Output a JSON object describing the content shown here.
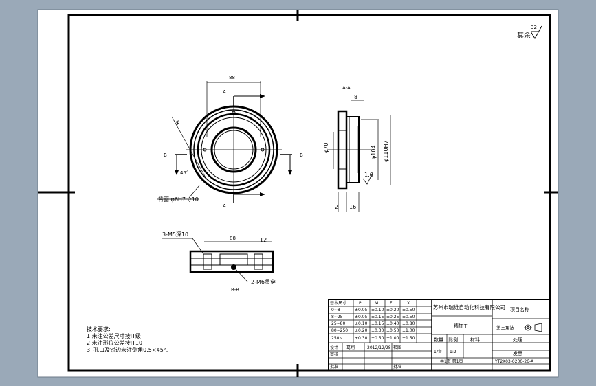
{
  "roughness": {
    "label": "其余",
    "value": "32"
  },
  "views": {
    "front": {
      "dim_top": "88",
      "section_mark": "A",
      "side_mark": "B",
      "dim_dia": "φ",
      "angle": "45°",
      "note": "背面 φ6H7 ▽10"
    },
    "section": {
      "title": "A-A",
      "dim_8": "8",
      "dim_70": "φ70",
      "dim_104": "φ104",
      "dim_110": "φ110H7",
      "rough": "1.6",
      "dim_2": "2",
      "dim_16": "16"
    },
    "bottom": {
      "holes": "3-M5深10",
      "dim_88": "88",
      "dim_12": "12",
      "holes2": "2-M6贯穿",
      "title": "B-B"
    }
  },
  "tech_req": {
    "title": "技术要求:",
    "items": [
      "1.未注公差尺寸按IT级",
      "2.未注形位公差按IT10",
      "3. 孔口及锐边未注倒角0.5×45°."
    ]
  },
  "title_block": {
    "tol_header": [
      "基本尺寸",
      "P",
      "M",
      "F",
      "X"
    ],
    "tol_rows": [
      [
        "0~8",
        "±0.05",
        "±0.10",
        "±0.20",
        "±0.50"
      ],
      [
        "8~25",
        "±0.05",
        "±0.15",
        "±0.25",
        "±0.50"
      ],
      [
        "25~80",
        "±0.10",
        "±0.15",
        "±0.40",
        "±0.80"
      ],
      [
        "80~250",
        "±0.20",
        "±0.30",
        "±0.50",
        "±1.00"
      ],
      [
        "250~",
        "±0.30",
        "±0.50",
        "±1.00",
        "±1.50"
      ]
    ],
    "company": "苏州市瑞维自动化科技有限公司",
    "project_label": "项目名称",
    "part_name": "精加工",
    "angle_label": "第三角法",
    "row_labels": [
      "数量",
      "比例",
      "材料",
      "处理"
    ],
    "design_label": "设计",
    "designer": "葛翔",
    "date": "2012/12/28",
    "check_label": "检图",
    "audit_label": "审核",
    "approve_label": "批准",
    "qty": "1/台",
    "scale": "1:2",
    "surface": "发黑",
    "sheet": "共1页 第1页",
    "drawing_no": "YT2K03-0200-26-A"
  },
  "colors": {
    "paper": "#ffffff",
    "bg": "#9aa9b8",
    "line": "#000000"
  }
}
